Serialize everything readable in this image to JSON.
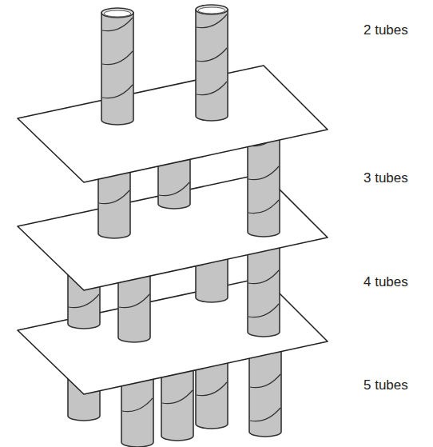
{
  "diagram": {
    "labels": [
      "2 tubes",
      "3 tubes",
      "4 tubes",
      "5 tubes"
    ]
  }
}
